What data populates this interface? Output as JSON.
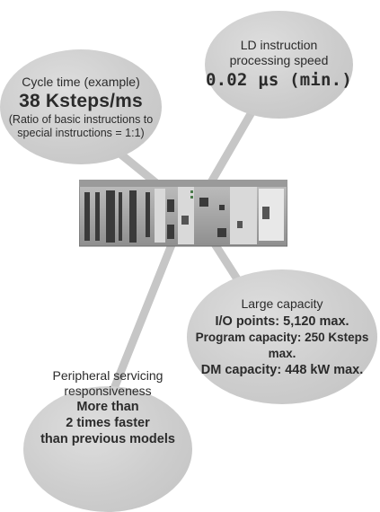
{
  "bubbles": {
    "cycle_time": {
      "label": "Cycle time (example)",
      "value": "38 Ksteps/ms",
      "note_line1": "(Ratio of basic instructions to",
      "note_line2": "special instructions = 1:1)"
    },
    "ld_speed": {
      "label_line1": "LD instruction",
      "label_line2": "processing speed",
      "value": "0.02 μs (min.)"
    },
    "capacity": {
      "label": "Large capacity",
      "line1": "I/O points: 5,120 max.",
      "line2": "Program capacity: 250 Ksteps max.",
      "line3": "DM capacity: 448 kW max."
    },
    "peripheral": {
      "label_line1": "Peripheral servicing",
      "label_line2": "responsiveness",
      "value_line1": "More than",
      "value_line2": "2 times faster",
      "value_line3": "than previous models"
    }
  },
  "colors": {
    "bubble": "#cdcdcd",
    "connector": "#c4c4c4",
    "text": "#2b2b2b"
  }
}
